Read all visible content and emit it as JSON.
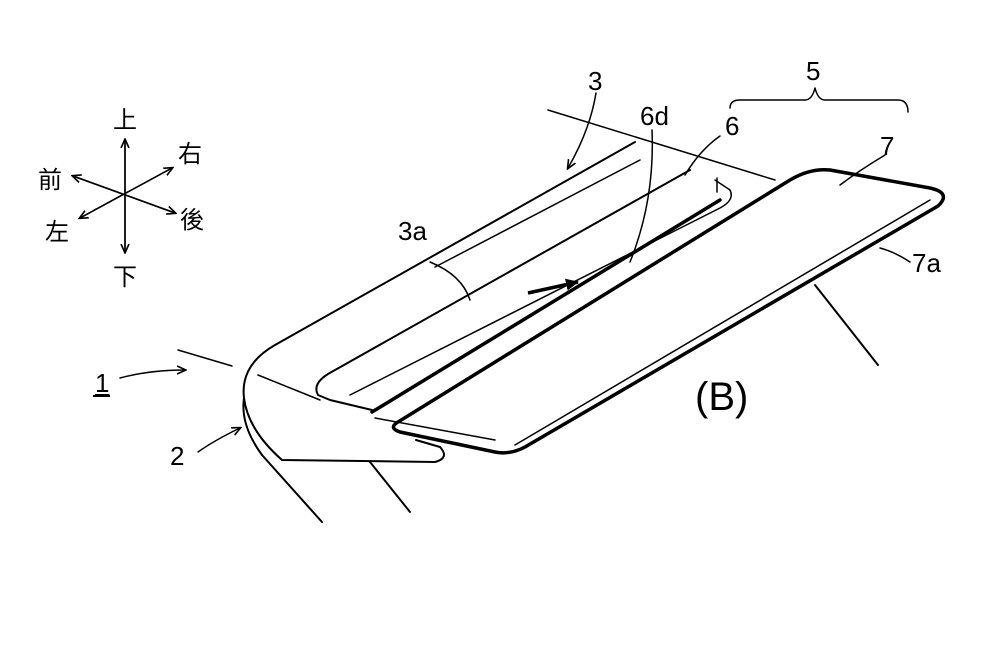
{
  "directions": {
    "up": "上",
    "down": "下",
    "front": "前",
    "rear": "後",
    "right": "右",
    "left": "左"
  },
  "labels": {
    "l1": "1",
    "l2": "2",
    "l3": "3",
    "l3a": "3a",
    "l5": "5",
    "l6": "6",
    "l6d": "6d",
    "l7": "7",
    "l7a": "7a"
  },
  "view_label": "(B)"
}
